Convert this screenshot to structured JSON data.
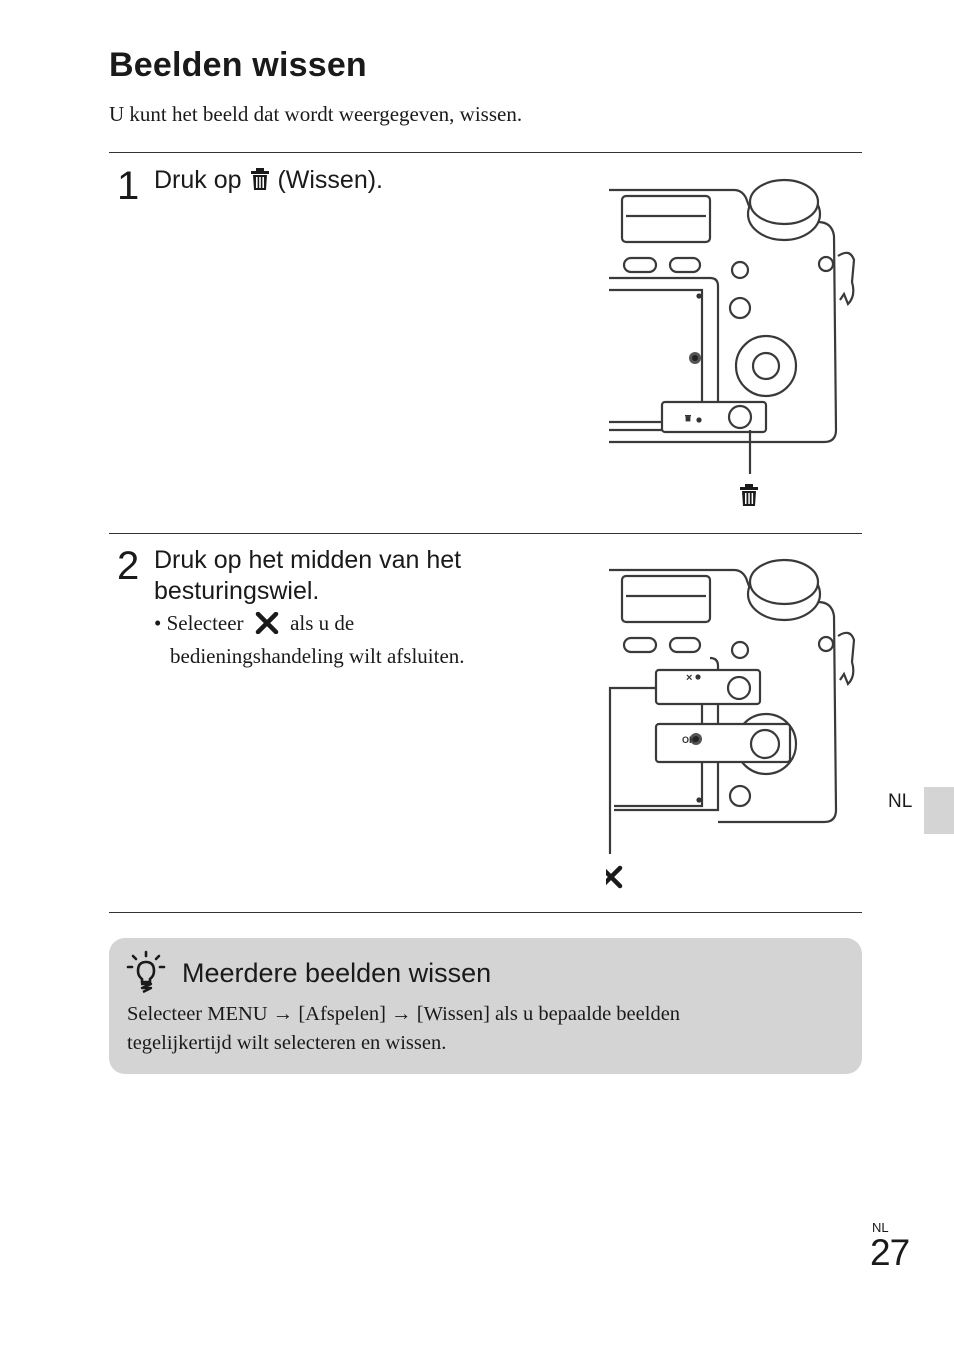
{
  "title": "Beelden wissen",
  "intro": "U kunt het beeld dat wordt weergegeven, wissen.",
  "steps": [
    {
      "number": "1",
      "text_before": "Druk op",
      "icon": "trash-icon",
      "text_after": "(Wissen).",
      "callout_icon": "trash-icon"
    },
    {
      "number": "2",
      "line1": "Druk op het midden van het",
      "line2": "besturingswiel.",
      "bullet_before": "Selecteer",
      "bullet_icon": "cross-icon",
      "bullet_after": "als u de",
      "bullet_line2": "bedieningshandeling wilt afsluiten.",
      "callout_icon": "cross-icon",
      "button_labels": [
        "×",
        "OK"
      ]
    }
  ],
  "tip": {
    "icon": "lightbulb-icon",
    "title": "Meerdere beelden wissen",
    "body_line1": "Selecteer MENU → [Afspelen] → [Wissen] als u bepaalde beelden",
    "body_line2": "tegelijkertijd wilt selecteren en wissen."
  },
  "side_tab": "NL",
  "footer": {
    "lang": "NL",
    "page_number": "27"
  },
  "colors": {
    "tip_background": "#d4d4d4",
    "rule": "#333333",
    "text": "#1a1a1a"
  }
}
